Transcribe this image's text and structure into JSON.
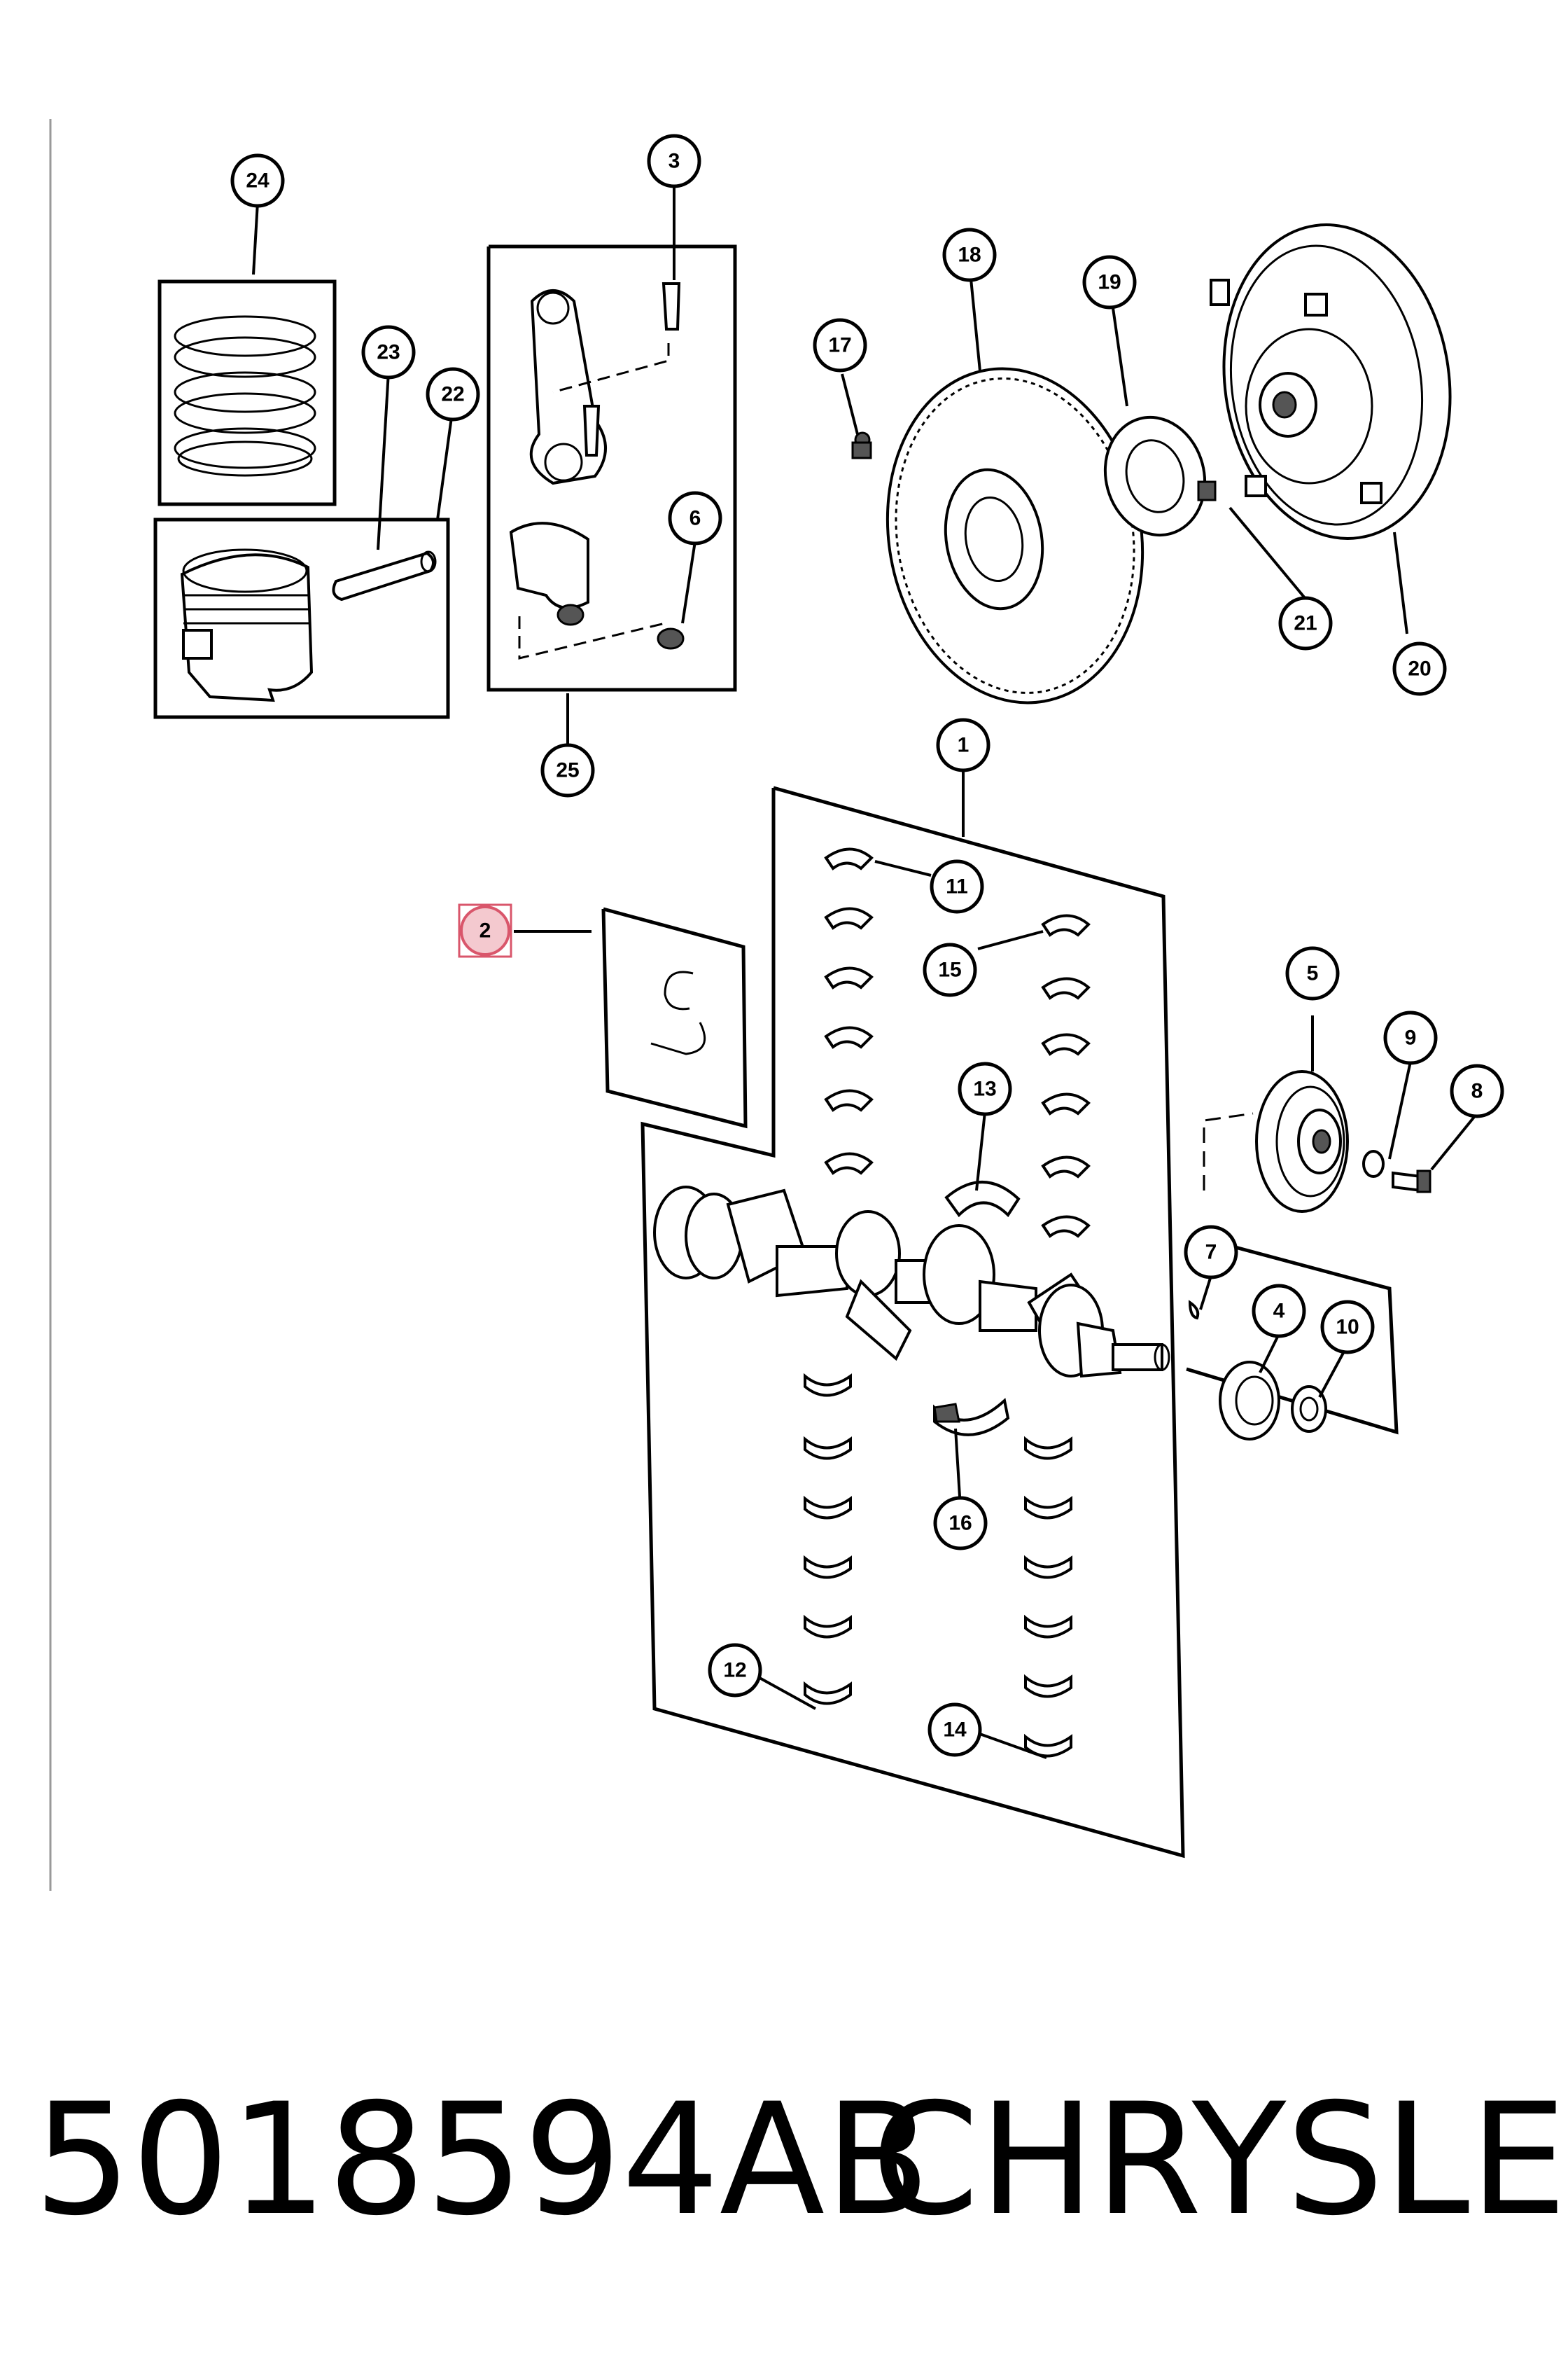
{
  "callouts": [
    {
      "id": "c1",
      "label": "1"
    },
    {
      "id": "c2",
      "label": "2",
      "highlighted": true
    },
    {
      "id": "c3",
      "label": "3"
    },
    {
      "id": "c4",
      "label": "4"
    },
    {
      "id": "c5",
      "label": "5"
    },
    {
      "id": "c6",
      "label": "6"
    },
    {
      "id": "c7",
      "label": "7"
    },
    {
      "id": "c8",
      "label": "8"
    },
    {
      "id": "c9",
      "label": "9"
    },
    {
      "id": "c10",
      "label": "10"
    },
    {
      "id": "c11",
      "label": "11"
    },
    {
      "id": "c12",
      "label": "12"
    },
    {
      "id": "c13",
      "label": "13"
    },
    {
      "id": "c14",
      "label": "14"
    },
    {
      "id": "c15",
      "label": "15"
    },
    {
      "id": "c16",
      "label": "16"
    },
    {
      "id": "c17",
      "label": "17"
    },
    {
      "id": "c18",
      "label": "18"
    },
    {
      "id": "c19",
      "label": "19"
    },
    {
      "id": "c20",
      "label": "20"
    },
    {
      "id": "c21",
      "label": "21"
    },
    {
      "id": "c22",
      "label": "22"
    },
    {
      "id": "c23",
      "label": "23"
    },
    {
      "id": "c24",
      "label": "24"
    },
    {
      "id": "c25",
      "label": "25"
    }
  ],
  "footer": {
    "part_number": "5018594AB",
    "brand": "CHRYSLER"
  },
  "colors": {
    "highlight_fill": "#f4c9cf",
    "highlight_stroke": "#d9566b",
    "line": "#000000"
  }
}
